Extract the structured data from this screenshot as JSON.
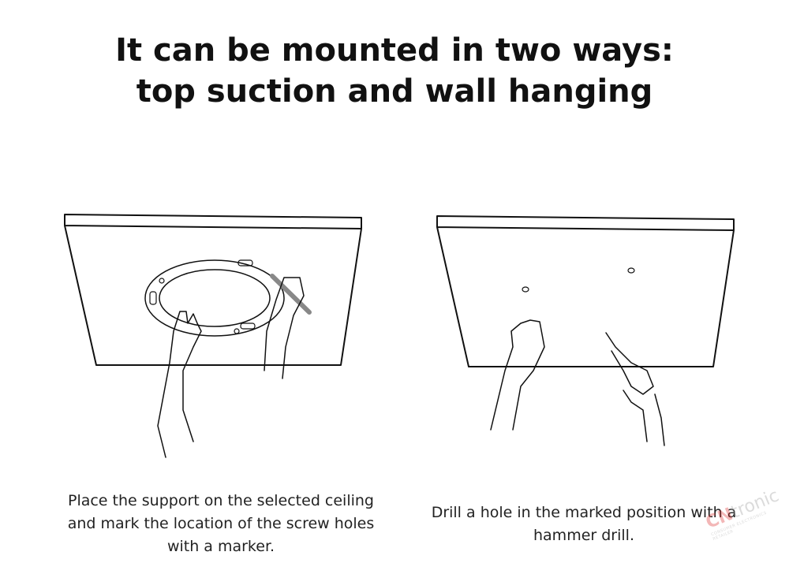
{
  "title": {
    "line1": "It can be mounted in two ways:",
    "line2": "top suction and wall hanging"
  },
  "steps": [
    {
      "caption": "Place the support on the selected ceiling and mark the location of the screw holes with a marker.",
      "illustration": "hands-placing-ring-bracket-marking-holes"
    },
    {
      "caption": "Drill a hole in the marked position with a hammer drill.",
      "illustration": "hand-drilling-ceiling-holes"
    }
  ],
  "watermark": {
    "brand_a": "CN",
    "brand_b": "tronic",
    "tagline": "CONSUMER ELECTRONICS RETAILER"
  }
}
